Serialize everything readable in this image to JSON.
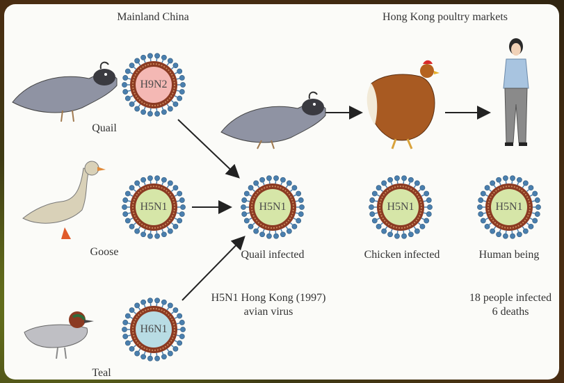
{
  "headers": {
    "mainland": "Mainland China",
    "hongkong": "Hong Kong poultry markets"
  },
  "viruses": {
    "quail_src": "H9N2",
    "goose_src": "H5N1",
    "teal_src": "H6N1",
    "quail_infected": "H5N1",
    "chicken": "H5N1",
    "human": "H5N1"
  },
  "labels": {
    "quail": "Quail",
    "goose": "Goose",
    "teal": "Teal",
    "quail_infected": "Quail infected",
    "chicken_infected": "Chicken infected",
    "human_being": "Human being"
  },
  "notes": {
    "virus_line1": "H5N1 Hong Kong (1997)",
    "virus_line2": "avian virus",
    "cases_line1": "18 people infected",
    "cases_line2": "6 deaths"
  },
  "colors": {
    "h9n2_fill": "#f4b8b4",
    "h5n1_fill": "#d6e6a8",
    "h6n1_fill": "#b8dce4",
    "capsid": "#8b3a22",
    "spike": "#4a7fae"
  }
}
